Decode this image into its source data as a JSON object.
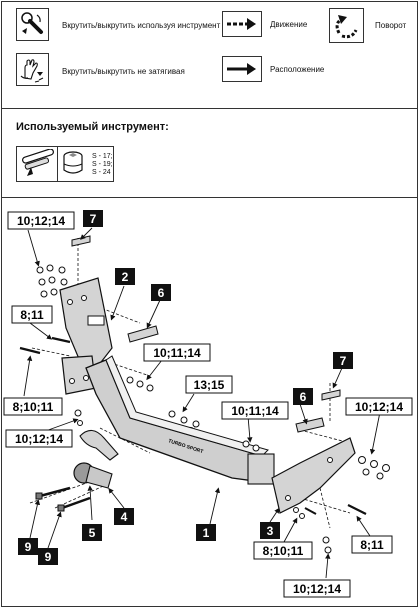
{
  "legend": {
    "tool_tighten": "Вкрутить/выкрутить используя инструмент",
    "hand_tighten": "Вкрутить/выкрутить не затягивая",
    "movement": "Движение",
    "rotation": "Поворот",
    "placement": "Расположение"
  },
  "tools": {
    "title": "Используемый инструмент:",
    "socket_sizes": [
      "S - 17;",
      "S - 19;",
      "S - 24"
    ]
  },
  "parts": {
    "p1": "1",
    "p2": "2",
    "p3": "3",
    "p4": "4",
    "p5": "5",
    "p6_left": "6",
    "p6_right": "6",
    "p7_left": "7",
    "p7_right": "7",
    "p8_11_left": "8;11",
    "p8_11_right": "8;11",
    "p8_10_11_left": "8;10;11",
    "p8_10_11_right": "8;10;11",
    "p9_a": "9",
    "p9_b": "9",
    "p10_11_14_a": "10;11;14",
    "p10_11_14_b": "10;11;14",
    "p10_12_14_topleft": "10;12;14",
    "p10_12_14_left": "10;12;14",
    "p10_12_14_right": "10;12;14",
    "p10_12_14_bottom": "10;12;14",
    "p13_15": "13;15"
  },
  "bar_text": "TURBO SPORT",
  "icons": {
    "tool_tighten": "wrench-icon",
    "hand_tighten": "hand-icon",
    "movement": "dashed-arrow-icon",
    "rotation": "rotate-arrow-icon",
    "placement": "solid-arrow-icon",
    "ratchet": "ratchet-wrench-icon",
    "socket": "socket-head-icon"
  }
}
